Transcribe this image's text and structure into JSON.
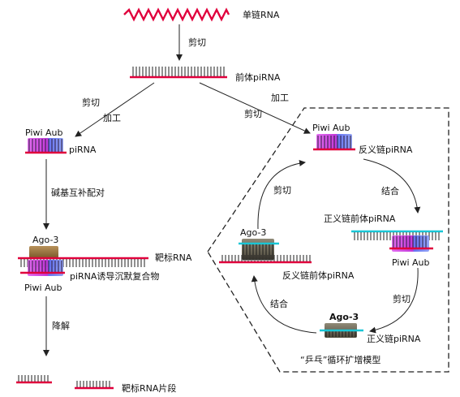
{
  "labels": {
    "ssrna": "单链RNA",
    "cut1": "剪切",
    "pre_pirna": "前体piRNA",
    "cut_left": "剪切",
    "process_left": "加工",
    "process_right": "加工",
    "cut_right": "剪切",
    "piwi_aub_left": "Piwi Aub",
    "pirna": "piRNA",
    "base_pair": "碱基互补配对",
    "ago3_left": "Ago-3",
    "target_rna": "靶标RNA",
    "complex": "piRNA诱导沉默复合物",
    "piwi_aub_bottom": "Piwi Aub",
    "degrade": "降解",
    "fragments": "靶标RNA片段",
    "piwi_aub_top": "Piwi Aub",
    "antisense_pirna": "反义链piRNA",
    "bind_right": "结合",
    "sense_precursor": "正义链前体piRNA",
    "piwi_aub_right": "Piwi Aub",
    "cut_bottom_right": "剪切",
    "ago3_bottom": "Ago-3",
    "sense_pirna": "正义链piRNA",
    "bind_left": "结合",
    "antisense_precursor": "反义链前体piRNA",
    "ago3_mid": "Ago-3",
    "cut_left_cycle": "剪切",
    "pingpong": "“乒乓”循环扩增模型"
  },
  "colors": {
    "rna_red": "#e0003c",
    "rna_cyan": "#19c6d6",
    "piwi_magenta": "#d23be6",
    "piwi_blue": "#5a6be8",
    "ago_gray": "#6f6a5a",
    "ago_olive": "#9c7a3a"
  }
}
